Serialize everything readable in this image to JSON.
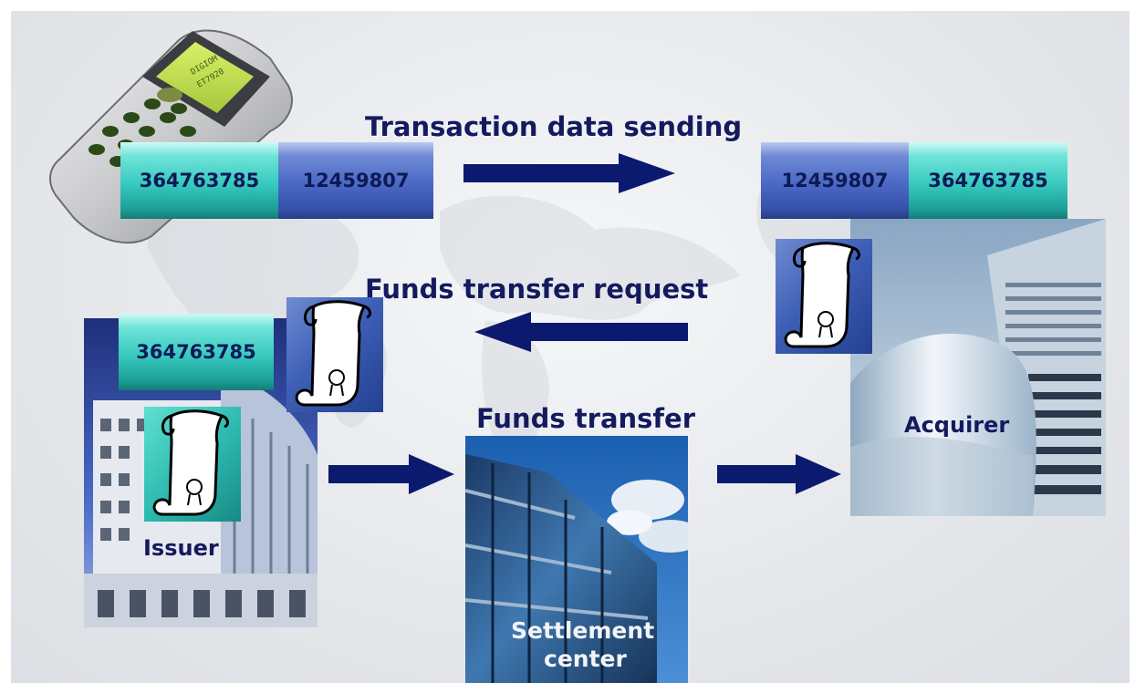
{
  "labels": {
    "transaction_data_sending": "Transaction data sending",
    "funds_transfer_request": "Funds transfer request",
    "funds_transfer": "Funds transfer",
    "issuer": "Issuer",
    "acquirer": "Acquirer",
    "settlement_line1": "Settlement",
    "settlement_line2": "center"
  },
  "terminal": {
    "screen_line1": "DIGIOM",
    "screen_line2": "ET7920"
  },
  "cards": {
    "terminal_card_number": "364763785",
    "terminal_merchant_number": "12459807",
    "acquirer_merchant_number": "12459807",
    "acquirer_card_number": "364763785",
    "issuer_card_number": "364763785"
  },
  "colors": {
    "title_text": "#141a5e",
    "teal_block": "#37c9be",
    "blue_block": "#4a68c4",
    "arrow": "#0b1a6e"
  },
  "icons": [
    "pos-terminal-icon",
    "document-scroll-icon",
    "right-arrow-icon",
    "left-arrow-icon"
  ]
}
